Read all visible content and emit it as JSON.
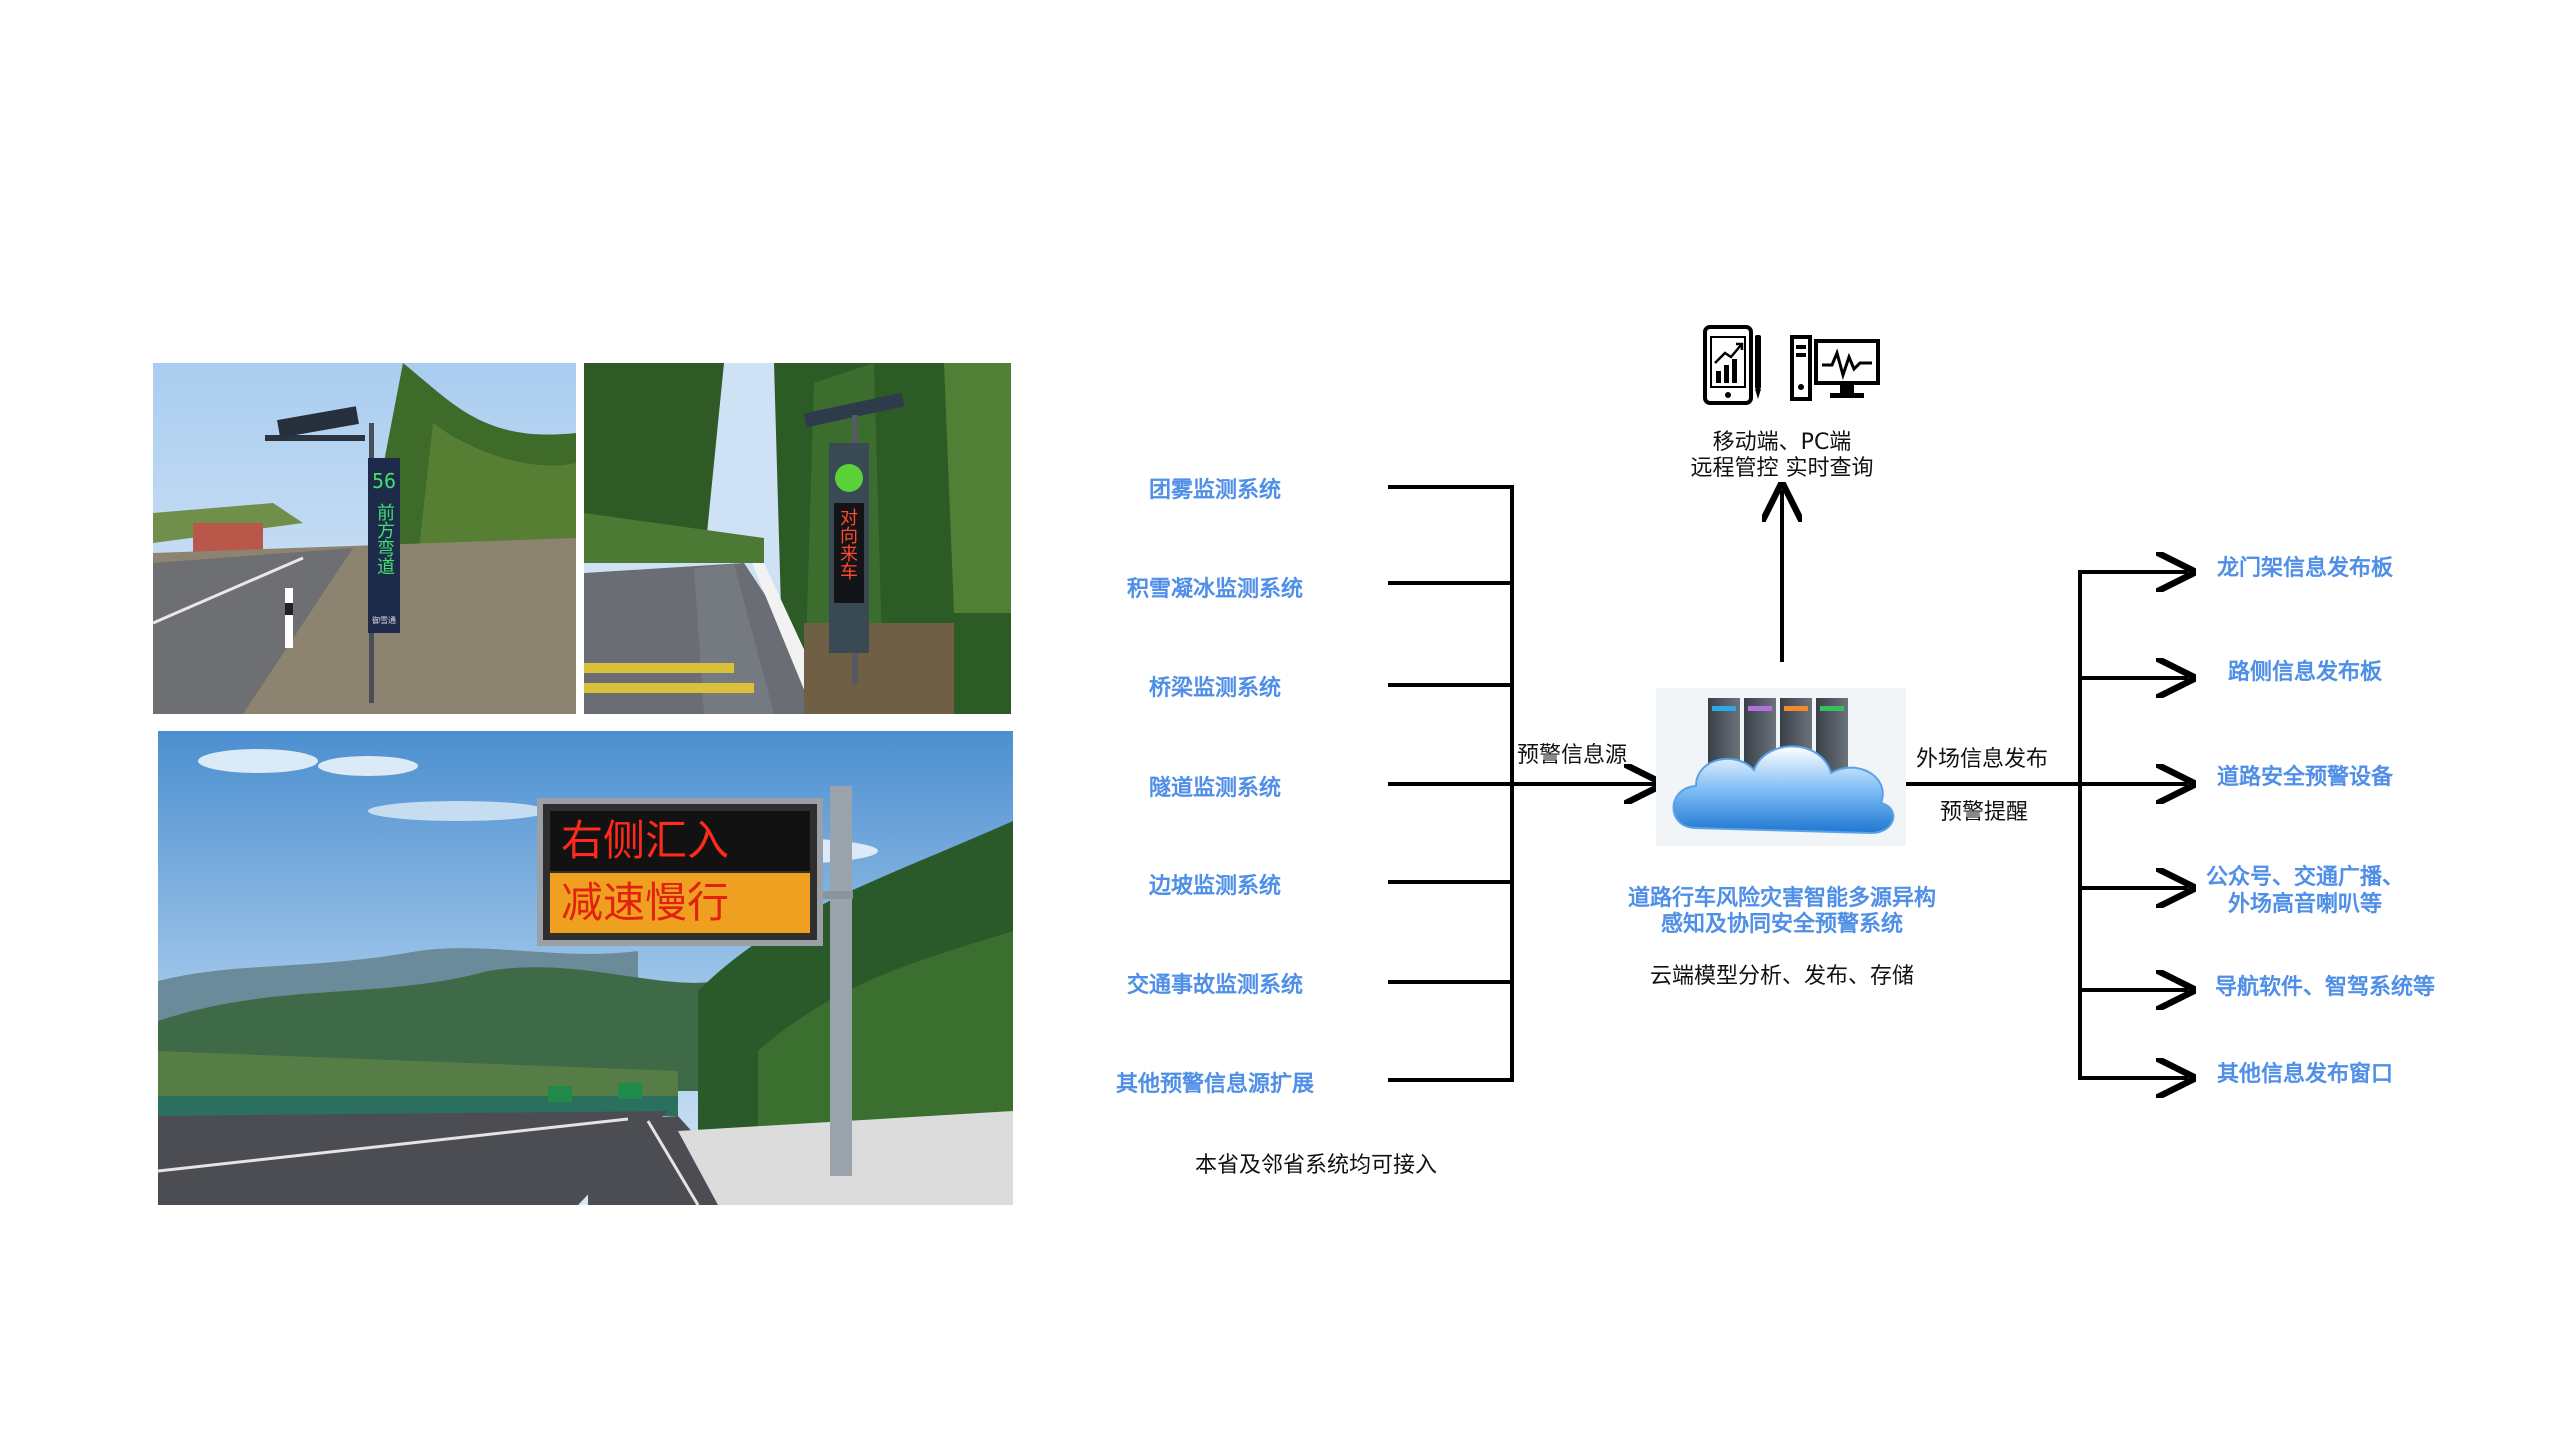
{
  "photos": {
    "sign_56": {
      "number": "56",
      "text": "前方弯道",
      "brand": "御雪通"
    },
    "sign_oncoming": {
      "text": "对向来车"
    },
    "vms": {
      "line1": "右侧汇入",
      "line2": "减速慢行"
    }
  },
  "sources": [
    "团雾监测系统",
    "积雪凝冰监测系统",
    "桥梁监测系统",
    "隧道监测系统",
    "边坡监测系统",
    "交通事故监测系统",
    "其他预警信息源扩展"
  ],
  "sources_note": "本省及邻省系统均可接入",
  "input_label": "预警信息源",
  "terminal": {
    "line1": "移动端、PC端",
    "line2": "远程管控 实时查询",
    "icons": [
      "mobile-icon",
      "pc-monitor-icon"
    ]
  },
  "center": {
    "title_line1": "道路行车风险灾害智能多源异构",
    "title_line2": "感知及协同安全预警系统",
    "subtitle": "云端模型分析、发布、存储",
    "icon": "cloud-server-icon"
  },
  "output_labels": {
    "line1": "外场信息发布",
    "line2": "预警提醒"
  },
  "outputs": [
    {
      "line1": "龙门架信息发布板",
      "line2": ""
    },
    {
      "line1": "路侧信息发布板",
      "line2": ""
    },
    {
      "line1": "道路安全预警设备",
      "line2": ""
    },
    {
      "line1": "公众号、交通广播、",
      "line2": "外场高音喇叭等"
    },
    {
      "line1": "导航软件、智驾系统等",
      "line2": ""
    },
    {
      "line1": "其他信息发布窗口",
      "line2": ""
    }
  ],
  "colors": {
    "accent_text": "#4f8fe8",
    "line": "#000000",
    "cloud": "#3d8fe0"
  }
}
